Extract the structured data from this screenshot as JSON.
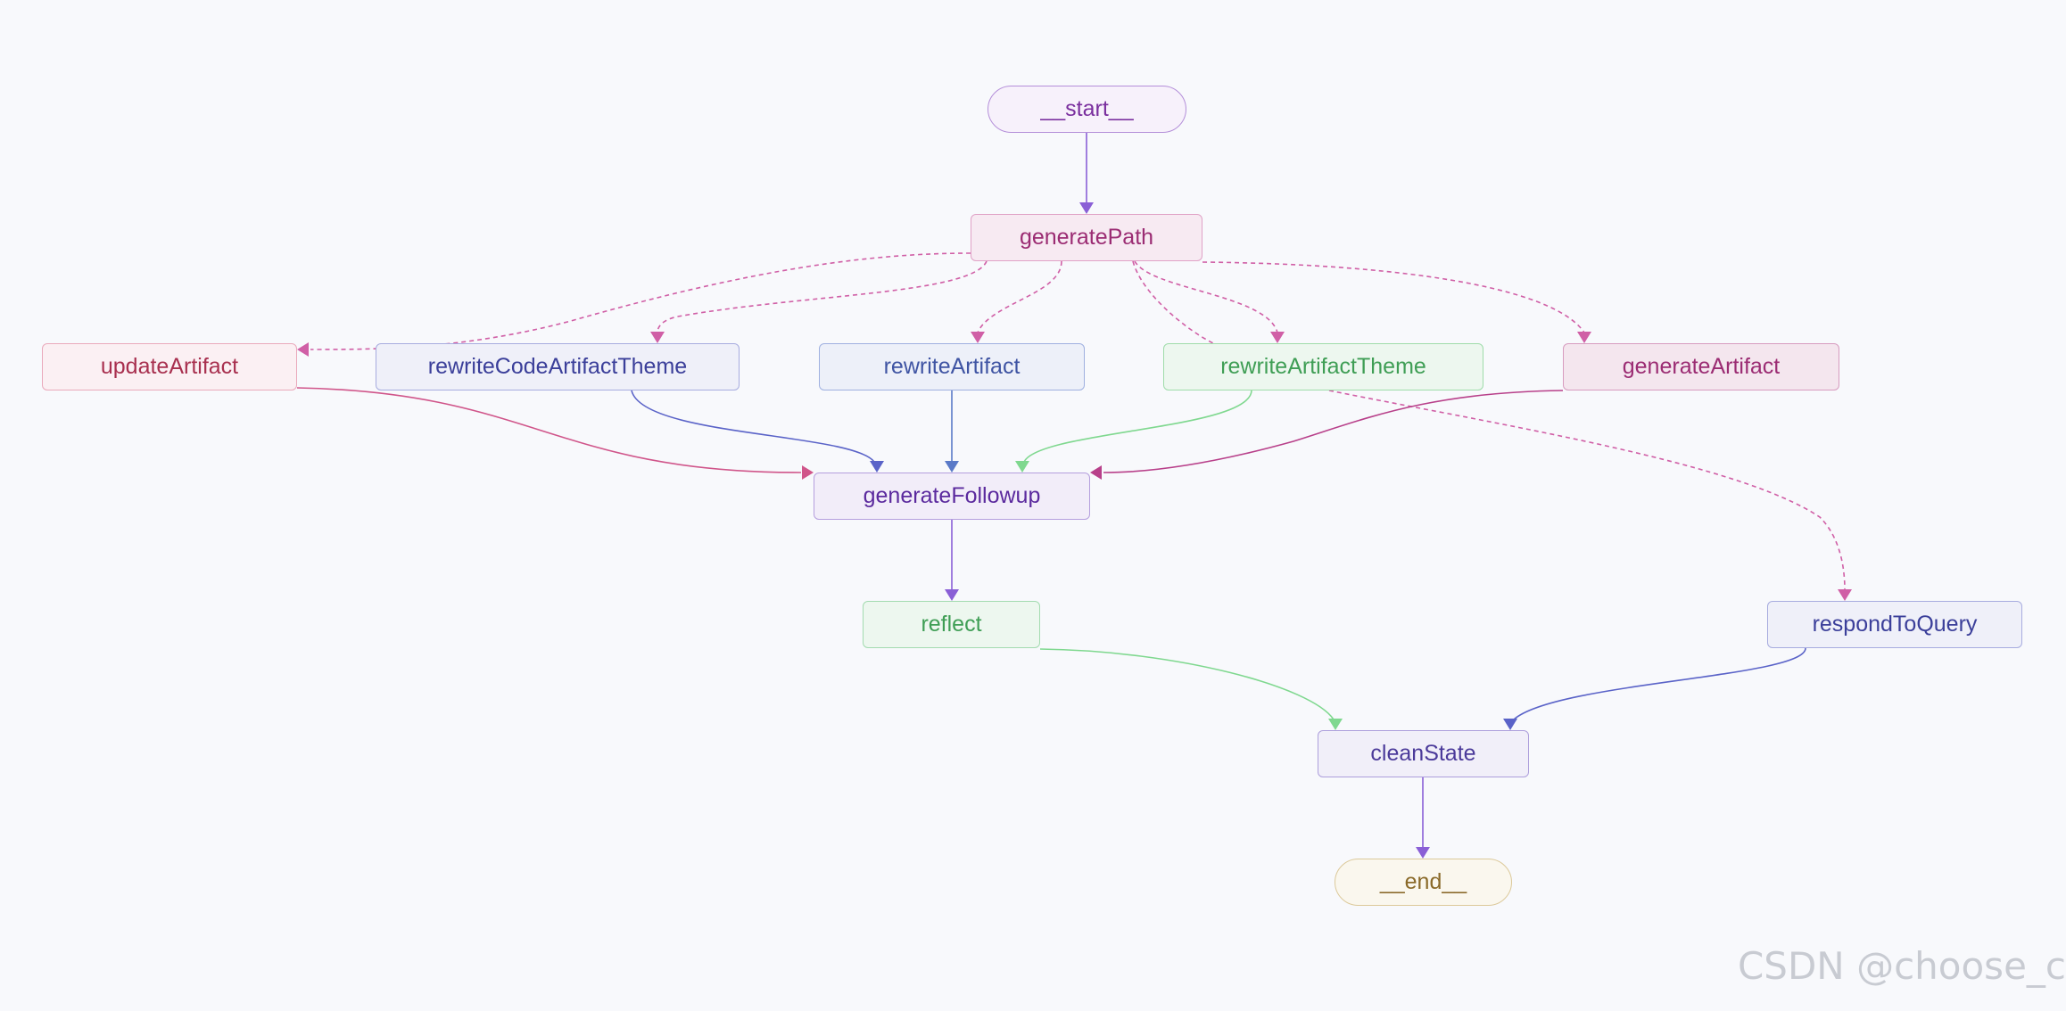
{
  "diagram": {
    "nodes": {
      "start": {
        "label": "__start__",
        "color": "#7a2f9e",
        "fill": "#f7f1fb",
        "stroke": "#b48fd9"
      },
      "generate_path": {
        "label": "generatePath",
        "color": "#9b2c73",
        "fill": "#f7eaf2",
        "stroke": "#e0a2c6"
      },
      "update_artifact": {
        "label": "updateArtifact",
        "color": "#a8304f",
        "fill": "#fbf0f3",
        "stroke": "#eaa9bb"
      },
      "rewrite_code_artifact_theme": {
        "label": "rewriteCodeArtifactTheme",
        "color": "#3b3f9a",
        "fill": "#eff0f9",
        "stroke": "#a7acdf"
      },
      "rewrite_artifact": {
        "label": "rewriteArtifact",
        "color": "#3f54a3",
        "fill": "#edf0f9",
        "stroke": "#9fb0e0"
      },
      "rewrite_artifact_theme": {
        "label": "rewriteArtifactTheme",
        "color": "#3f9e55",
        "fill": "#edf7ef",
        "stroke": "#9fdcaa"
      },
      "generate_artifact": {
        "label": "generateArtifact",
        "color": "#9b2c73",
        "fill": "#f4e6ee",
        "stroke": "#d79cbf"
      },
      "generate_followup": {
        "label": "generateFollowup",
        "color": "#5b2a9e",
        "fill": "#f2edf9",
        "stroke": "#b59fde"
      },
      "reflect": {
        "label": "reflect",
        "color": "#3f9e55",
        "fill": "#edf7ef",
        "stroke": "#a3dbb0"
      },
      "respond_to_query": {
        "label": "respondToQuery",
        "color": "#3b3f9a",
        "fill": "#eff0f9",
        "stroke": "#a7acdf"
      },
      "clean_state": {
        "label": "cleanState",
        "color": "#4b3a9a",
        "fill": "#f1eff9",
        "stroke": "#ad9fdc"
      },
      "end": {
        "label": "__end__",
        "color": "#8a6a2a",
        "fill": "#faf7ee",
        "stroke": "#dcc99a"
      }
    },
    "edges": [
      {
        "from": "start",
        "to": "generate_path",
        "conditional": false,
        "color": "#8a5fd6"
      },
      {
        "from": "generate_path",
        "to": "update_artifact",
        "conditional": true,
        "color": "#d05fa6"
      },
      {
        "from": "generate_path",
        "to": "rewrite_code_artifact_theme",
        "conditional": true,
        "color": "#d05fa6"
      },
      {
        "from": "generate_path",
        "to": "rewrite_artifact",
        "conditional": true,
        "color": "#d05fa6"
      },
      {
        "from": "generate_path",
        "to": "rewrite_artifact_theme",
        "conditional": true,
        "color": "#d05fa6"
      },
      {
        "from": "generate_path",
        "to": "generate_artifact",
        "conditional": true,
        "color": "#d05fa6"
      },
      {
        "from": "generate_path",
        "to": "respond_to_query",
        "conditional": true,
        "color": "#d05fa6"
      },
      {
        "from": "update_artifact",
        "to": "generate_followup",
        "conditional": false,
        "color": "#d0558a"
      },
      {
        "from": "rewrite_code_artifact_theme",
        "to": "generate_followup",
        "conditional": false,
        "color": "#5a63c8"
      },
      {
        "from": "rewrite_artifact",
        "to": "generate_followup",
        "conditional": false,
        "color": "#5a7ac8"
      },
      {
        "from": "rewrite_artifact_theme",
        "to": "generate_followup",
        "conditional": false,
        "color": "#7fd88f"
      },
      {
        "from": "generate_artifact",
        "to": "generate_followup",
        "conditional": false,
        "color": "#b8408a"
      },
      {
        "from": "generate_followup",
        "to": "reflect",
        "conditional": false,
        "color": "#8a5fd6"
      },
      {
        "from": "reflect",
        "to": "clean_state",
        "conditional": false,
        "color": "#7fd88f"
      },
      {
        "from": "respond_to_query",
        "to": "clean_state",
        "conditional": false,
        "color": "#5a63c8"
      },
      {
        "from": "clean_state",
        "to": "end",
        "conditional": false,
        "color": "#8a5fd6"
      }
    ]
  },
  "watermark": "CSDN @choose_c"
}
